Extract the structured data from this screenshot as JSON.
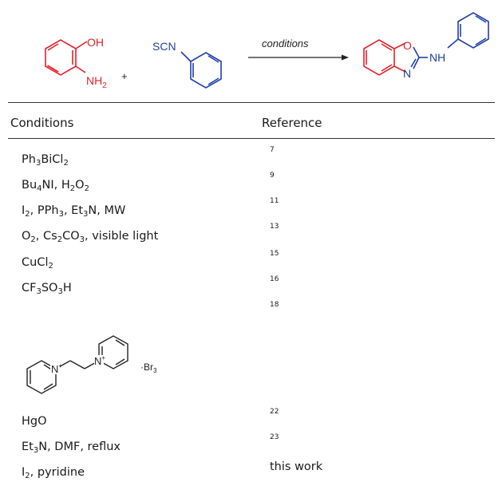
{
  "scheme": {
    "reactant1": {
      "label_oh": "OH",
      "label_nh2_main": "NH",
      "label_nh2_sub": "2"
    },
    "plus": "+",
    "reactant2": {
      "label_scn": "SCN"
    },
    "arrow_label": "conditions",
    "product": {
      "label_o": "O",
      "label_n": "N",
      "label_nh": "NH"
    },
    "colors": {
      "red": "#e8202a",
      "blue": "#1f3fa8",
      "black": "#222222"
    }
  },
  "table": {
    "headers": {
      "conditions": "Conditions",
      "reference": "Reference"
    },
    "rows": [
      {
        "conditions": [
          {
            "t": "Ph"
          },
          {
            "s": "3"
          },
          {
            "t": "BiCl"
          },
          {
            "s": "2"
          }
        ],
        "reference": "7"
      },
      {
        "conditions": [
          {
            "t": "Bu"
          },
          {
            "s": "4"
          },
          {
            "t": "NI, H"
          },
          {
            "s": "2"
          },
          {
            "t": "O"
          },
          {
            "s": "2"
          }
        ],
        "reference": "9"
      },
      {
        "conditions": [
          {
            "t": "I"
          },
          {
            "s": "2"
          },
          {
            "t": ", PPh"
          },
          {
            "s": "3"
          },
          {
            "t": ", Et"
          },
          {
            "s": "3"
          },
          {
            "t": "N, MW"
          }
        ],
        "reference": "11"
      },
      {
        "conditions": [
          {
            "t": "O"
          },
          {
            "s": "2"
          },
          {
            "t": ", Cs"
          },
          {
            "s": "2"
          },
          {
            "t": "CO"
          },
          {
            "s": "3"
          },
          {
            "t": ", visible light"
          }
        ],
        "reference": "13"
      },
      {
        "conditions": [
          {
            "t": "CuCl"
          },
          {
            "s": "2"
          }
        ],
        "reference": "15"
      },
      {
        "conditions": [
          {
            "t": "CF"
          },
          {
            "s": "3"
          },
          {
            "t": "SO"
          },
          {
            "s": "3"
          },
          {
            "t": "H"
          }
        ],
        "reference": "16"
      },
      {
        "conditions": "ionic-liquid",
        "ionic_liquid": {
          "n_plus_1": "N",
          "n_plus_2": "N",
          "charge": "+",
          "counterion": "·Br",
          "counterion_sub": "3"
        },
        "reference": "18"
      },
      {
        "conditions": [
          {
            "t": "HgO"
          }
        ],
        "reference": "22"
      },
      {
        "conditions": [
          {
            "t": "Et"
          },
          {
            "s": "3"
          },
          {
            "t": "N, DMF, reflux"
          }
        ],
        "reference": "23"
      },
      {
        "conditions": [
          {
            "t": "I"
          },
          {
            "s": "2"
          },
          {
            "t": ", pyridine"
          }
        ],
        "reference": "this work"
      }
    ]
  }
}
